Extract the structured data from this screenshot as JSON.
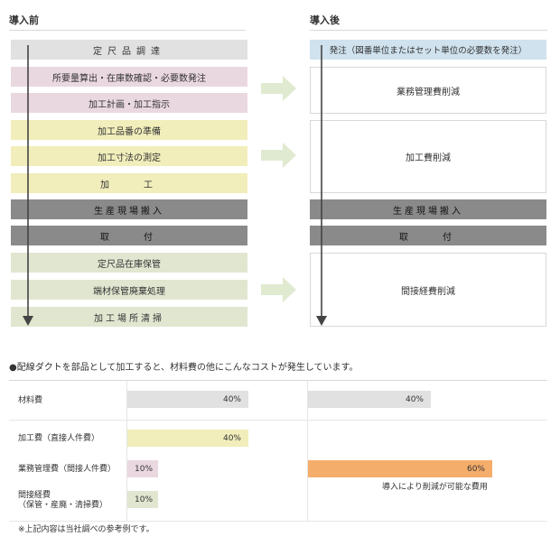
{
  "headers": {
    "before": "導入前",
    "after": "導入後"
  },
  "before_steps": [
    {
      "label": "定尺品調達",
      "color": "gray",
      "cls": "spaced"
    },
    {
      "label": "所要量算出・在庫数確認・必要数発注",
      "color": "pink",
      "cls": ""
    },
    {
      "label": "加工計画・加工指示",
      "color": "pink",
      "cls": ""
    },
    {
      "label": "加工品番の準備",
      "color": "yellow",
      "cls": ""
    },
    {
      "label": "加工寸法の測定",
      "color": "yellow",
      "cls": ""
    },
    {
      "label": "加　　工",
      "color": "yellow",
      "cls": "spaced"
    },
    {
      "label": "生産現場搬入",
      "color": "dark",
      "cls": "wide"
    },
    {
      "label": "取　　付",
      "color": "dark",
      "cls": "spaced"
    },
    {
      "label": "定尺品在庫保管",
      "color": "green",
      "cls": ""
    },
    {
      "label": "端材保管廃棄処理",
      "color": "green",
      "cls": ""
    },
    {
      "label": "加工場所清掃",
      "color": "green",
      "cls": "wide"
    }
  ],
  "after": {
    "order": "発注（図番単位またはセット単位の必要数を発注）",
    "mgmt_box": "業務管理費削減",
    "process_box": "加工費削減",
    "delivery": "生産現場搬入",
    "install": "取　　付",
    "indirect_box": "間接経費削減"
  },
  "cost_section": {
    "title": "●配線ダクトを部品として加工すると、材料費の他にこんなコストが発生しています。",
    "rows": [
      {
        "label": "材料費",
        "before": "40%",
        "after": "40%"
      },
      {
        "label": "加工費（直接人件費）",
        "before": "40%"
      },
      {
        "label": "業務管理費（間接人件費）",
        "before": "10%"
      },
      {
        "label_line1": "間接経費",
        "label_line2": "（保管・産廃・清掃費）",
        "before": "10%"
      }
    ],
    "reduction_value": "60%",
    "reduction_caption": "導入により削減が可能な費用",
    "footnote": "※上記内容は当社調べの参考例です。"
  },
  "colors": {
    "gray": "#e1e1e1",
    "pink": "#ead8e0",
    "yellow": "#f1eebb",
    "dark": "#8a8a8a",
    "green": "#e1e6d0",
    "blue": "#cfe2ee",
    "orange": "#f5ad6b",
    "arrow": "#e0ead0"
  }
}
